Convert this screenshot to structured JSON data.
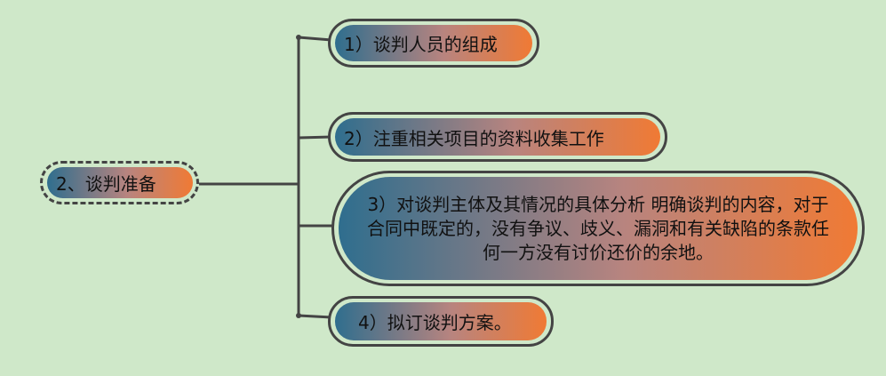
{
  "root": {
    "label": "2、谈判准备"
  },
  "branches": [
    {
      "label": "1）谈判人员的组成"
    },
    {
      "label": "2）注重相关项目的资料收集工作"
    },
    {
      "label": "3）对谈判主体及其情况的具体分析 明确谈判的内容，对于合同中既定的，没有争议、歧义、漏洞和有关缺陷的条款任何一方没有讨价还价的余地。"
    },
    {
      "label": "4）拟订谈判方案。"
    }
  ],
  "colors": {
    "background": "#cfe8c9",
    "gradient_start": "#2f6e8e",
    "gradient_end": "#f07a34",
    "outline": "#444444"
  }
}
